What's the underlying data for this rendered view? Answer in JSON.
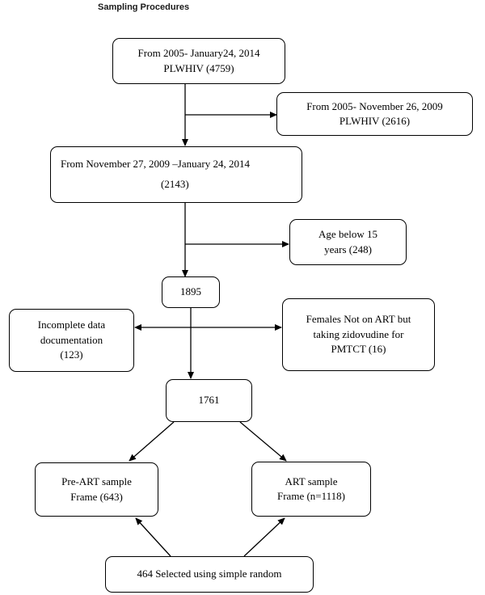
{
  "heading": "Sampling Procedures",
  "boxes": {
    "total": {
      "lines": [
        "From 2005- January24, 2014",
        "PLWHIV (4759)"
      ]
    },
    "excluded_pre_2009": {
      "lines": [
        "From 2005- November 26, 2009",
        "PLWHIV (2616)"
      ]
    },
    "period_2009_2014": {
      "lines": [
        "From November 27, 2009 –January 24, 2014",
        "(2143)"
      ]
    },
    "age_below_15": {
      "lines": [
        "Age below 15",
        "years (248)"
      ]
    },
    "count_1895": {
      "lines": [
        "1895"
      ]
    },
    "incomplete_data": {
      "lines": [
        "Incomplete data",
        "documentation",
        "(123)"
      ]
    },
    "females_pmtct": {
      "lines": [
        "Females Not on ART but",
        "taking zidovudine for",
        "PMTCT (16)"
      ]
    },
    "count_1761": {
      "lines": [
        "1761"
      ]
    },
    "pre_art_frame": {
      "lines": [
        "Pre-ART sample",
        "Frame (643)"
      ]
    },
    "art_frame": {
      "lines": [
        "ART sample",
        "Frame (n=1118)"
      ]
    },
    "selected": {
      "lines": [
        "464 Selected using simple random"
      ]
    }
  }
}
